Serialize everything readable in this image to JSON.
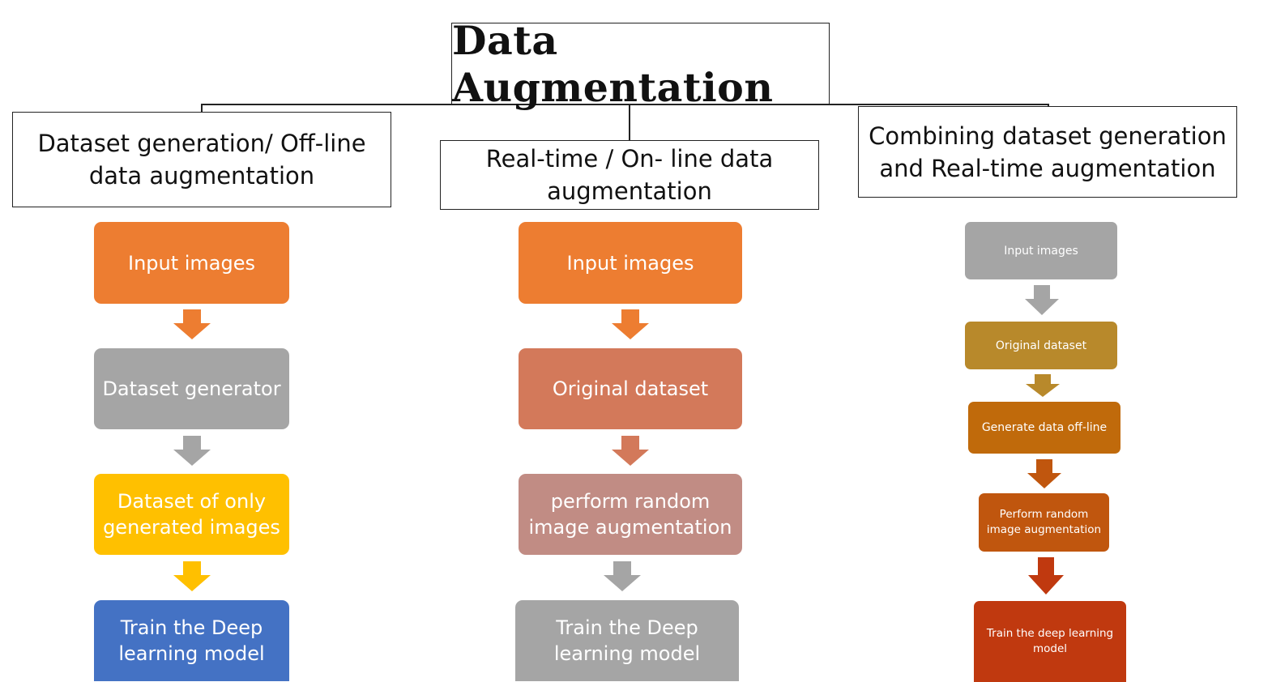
{
  "title": "Data Augmentation",
  "columns": [
    {
      "heading": "Dataset generation/ Off-line data augmentation",
      "steps": [
        "Input images",
        "Dataset generator",
        "Dataset of only generated images",
        "Train the Deep learning model"
      ]
    },
    {
      "heading": "Real-time / On- line data augmentation",
      "steps": [
        "Input images",
        "Original dataset",
        "perform random image augmentation",
        "Train the Deep learning model"
      ]
    },
    {
      "heading": "Combining dataset generation and Real-time augmentation",
      "steps": [
        "Input images",
        "Original dataset",
        "Generate data off-line",
        "Perform random image augmentation",
        "Train the deep learning model"
      ]
    }
  ],
  "colors": {
    "orange": "#ED7D31",
    "gray": "#A5A5A5",
    "yellow": "#FFC000",
    "blue": "#4472C4",
    "salmon": "#D3795A",
    "rose": "#C18C84",
    "gold": "#B8892B",
    "amber": "#C06A0B",
    "rust": "#C0560E",
    "red": "#C0390F"
  }
}
